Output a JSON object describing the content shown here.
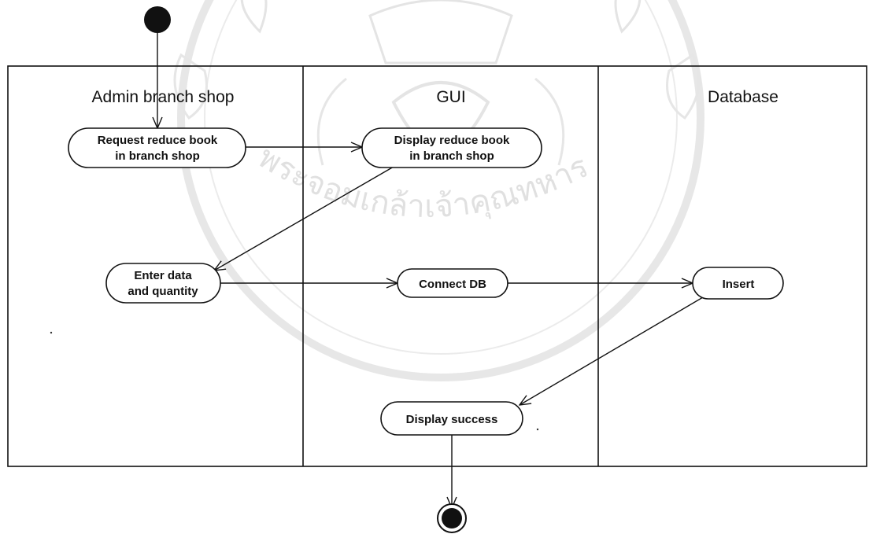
{
  "diagram": {
    "lanes": [
      {
        "id": "admin",
        "title": "Admin branch shop"
      },
      {
        "id": "gui",
        "title": "GUI"
      },
      {
        "id": "database",
        "title": "Database"
      }
    ],
    "nodes": [
      {
        "id": "request",
        "lines": [
          "Request reduce book",
          "in branch shop"
        ]
      },
      {
        "id": "display_reduce",
        "lines": [
          "Display reduce book",
          "in branch shop"
        ]
      },
      {
        "id": "enter",
        "lines": [
          "Enter data",
          "and quantity"
        ]
      },
      {
        "id": "connect",
        "lines": [
          "Connect DB"
        ]
      },
      {
        "id": "insert",
        "lines": [
          "Insert"
        ]
      },
      {
        "id": "success",
        "lines": [
          "Display success"
        ]
      }
    ],
    "watermark": {
      "text": "พระจอมเกล้าเจ้าคุณทหาร"
    }
  }
}
